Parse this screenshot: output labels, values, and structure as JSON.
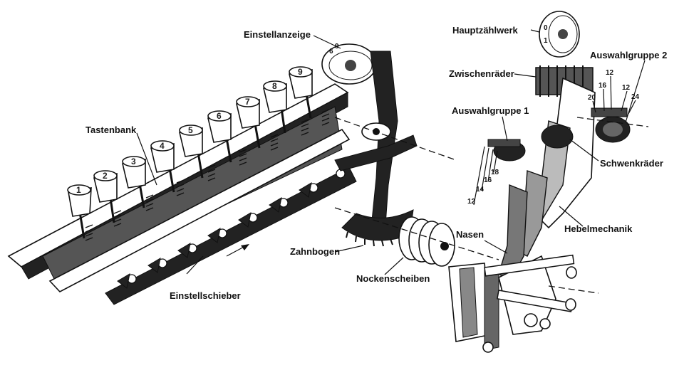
{
  "labels": {
    "einstellanzeige": "Einstellanzeige",
    "tastenbank": "Tastenbank",
    "einstellschieber": "Einstellschieber",
    "zahnbogen": "Zahnbogen",
    "nockenscheiben": "Nockenscheiben",
    "hauptzaehlwerk": "Hauptzählwerk",
    "zwischenraeder": "Zwischenräder",
    "auswahlgruppe_1": "Auswahlgruppe 1",
    "auswahlgruppe_2": "Auswahlgruppe 2",
    "schwenkraeder": "Schwenkräder",
    "hebelmechanik": "Hebelmechanik",
    "nasen": "Nasen"
  },
  "group1_numbers": [
    "12",
    "14",
    "16",
    "18"
  ],
  "group2_numbers": [
    "20",
    "16",
    "12",
    "12",
    "24"
  ],
  "key_digits": [
    "1",
    "2",
    "3",
    "4",
    "5",
    "6",
    "7",
    "8",
    "9"
  ],
  "counter_digits": [
    "6",
    "9",
    "0",
    "1"
  ]
}
